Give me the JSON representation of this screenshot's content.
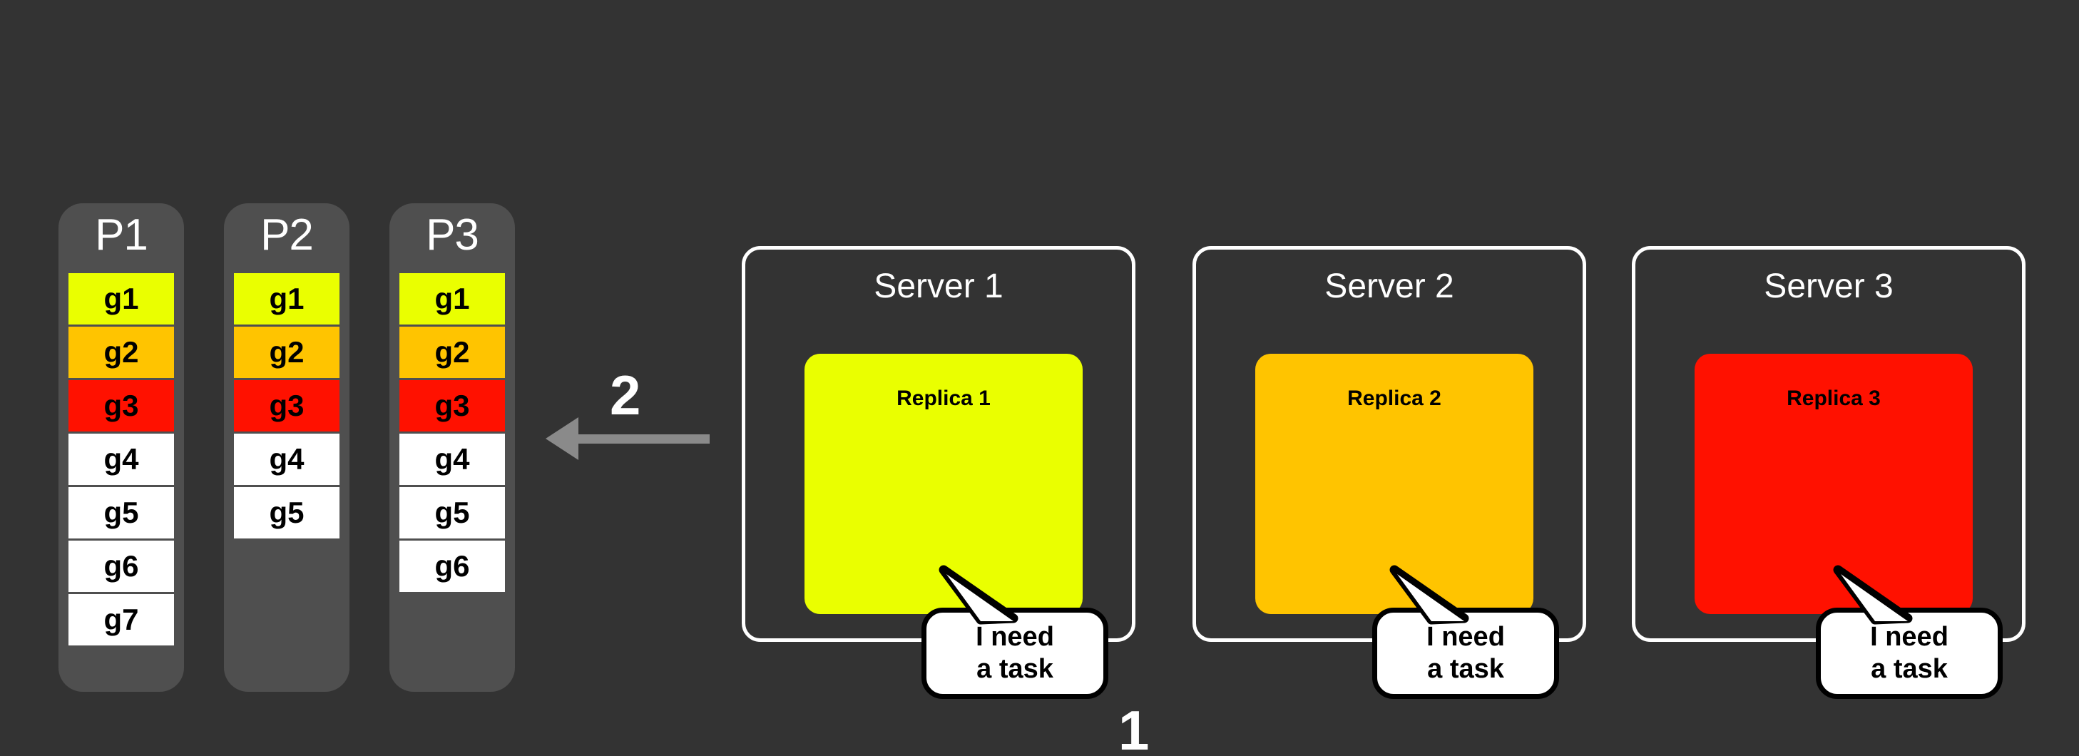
{
  "diagram": {
    "background_color": "#333333",
    "title": "Task pulling from partitions by server replicas"
  },
  "partitions": [
    {
      "title": "P1",
      "items": [
        {
          "label": "g1",
          "color": "#eaff00"
        },
        {
          "label": "g2",
          "color": "#ffc400"
        },
        {
          "label": "g3",
          "color": "#ff1100"
        },
        {
          "label": "g4",
          "color": "#ffffff"
        },
        {
          "label": "g5",
          "color": "#ffffff"
        },
        {
          "label": "g6",
          "color": "#ffffff"
        },
        {
          "label": "g7",
          "color": "#ffffff"
        }
      ]
    },
    {
      "title": "P2",
      "items": [
        {
          "label": "g1",
          "color": "#eaff00"
        },
        {
          "label": "g2",
          "color": "#ffc400"
        },
        {
          "label": "g3",
          "color": "#ff1100"
        },
        {
          "label": "g4",
          "color": "#ffffff"
        },
        {
          "label": "g5",
          "color": "#ffffff"
        }
      ]
    },
    {
      "title": "P3",
      "items": [
        {
          "label": "g1",
          "color": "#eaff00"
        },
        {
          "label": "g2",
          "color": "#ffc400"
        },
        {
          "label": "g3",
          "color": "#ff1100"
        },
        {
          "label": "g4",
          "color": "#ffffff"
        },
        {
          "label": "g5",
          "color": "#ffffff"
        },
        {
          "label": "g6",
          "color": "#ffffff"
        }
      ]
    }
  ],
  "steps": {
    "step_one_label": "1",
    "step_two_label": "2"
  },
  "arrow": {
    "direction": "left",
    "color": "#8a8a8a"
  },
  "servers": [
    {
      "title": "Server 1",
      "replica_label": "Replica 1",
      "replica_color": "#eaff00",
      "bubble": {
        "line1": "I need",
        "line2": "a task"
      }
    },
    {
      "title": "Server 2",
      "replica_label": "Replica 2",
      "replica_color": "#ffc400",
      "bubble": {
        "line1": "I need",
        "line2": "a task"
      }
    },
    {
      "title": "Server 3",
      "replica_label": "Replica 3",
      "replica_color": "#ff1100",
      "bubble": {
        "line1": "I need",
        "line2": "a task"
      }
    }
  ]
}
